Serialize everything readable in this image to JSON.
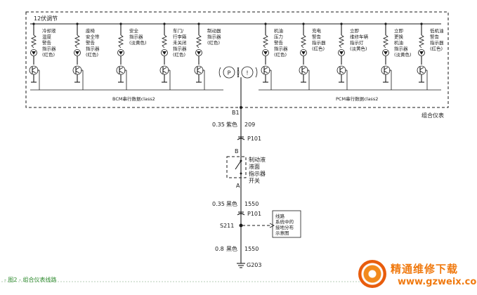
{
  "top_bus_label": "12伏调节",
  "cluster_label": "组合仪表",
  "bcm_bus_label": "BCM串行数据class2",
  "pcm_bus_label": "PCM串行数据class2",
  "indicators": [
    {
      "lines": [
        "冷却液",
        "温度",
        "警告",
        "指示器",
        "(红色)"
      ]
    },
    {
      "lines": [
        "座椅",
        "安全带",
        "警告",
        "指示器",
        "(红色)"
      ]
    },
    {
      "lines": [
        "安全",
        "指示器",
        "(淡黄色)"
      ]
    },
    {
      "lines": [
        "车门/",
        "行李箱",
        "未关闭",
        "指示器",
        "(红色)"
      ]
    },
    {
      "lines": [
        "制动器",
        "指示器",
        "(红色)"
      ]
    },
    {
      "lines": [
        "机油",
        "压力",
        "警告",
        "指示器",
        "(红色)"
      ]
    },
    {
      "lines": [
        "充电",
        "警告",
        "指示器",
        "(红色)"
      ]
    },
    {
      "lines": [
        "立即",
        "维修车辆",
        "指示灯",
        "(淡黄色)"
      ]
    },
    {
      "lines": [
        "立即",
        "更换",
        "机油",
        "指示器",
        "(淡黄色)"
      ]
    },
    {
      "lines": [
        "低机油",
        "警告",
        "指示器",
        "(红色)"
      ]
    }
  ],
  "brake_symbol_p": "P",
  "brake_symbol_excl": "!",
  "connector_b1": "B1",
  "wire_1_gauge": "0.35",
  "wire_1_color": "紫色",
  "wire_1_circuit": "209",
  "connector_p101_top": "P101",
  "switch_pin_b": "B",
  "switch_pin_a": "A",
  "switch_label": [
    "制动液",
    "液面",
    "指示器",
    "开关"
  ],
  "wire_2_gauge": "0.35",
  "wire_2_color": "黑色",
  "wire_2_circuit": "1550",
  "connector_p101_bottom": "P101",
  "splice_label": "S211",
  "ground_dist_label": [
    "线路",
    "系统中的",
    "接地分布",
    "示意图"
  ],
  "wire_3_gauge": "0.8",
  "wire_3_color": "黑色",
  "wire_3_circuit": "1550",
  "ground_label": "G203",
  "figure_caption": "- 图2 - 组合仪表线路",
  "watermark_title": "精通维修下载",
  "watermark_url": "www.gzweix.com",
  "colors": {
    "ink": "#1a1a1a",
    "watermark": "#f07a10",
    "caption": "#2c8a2c"
  }
}
